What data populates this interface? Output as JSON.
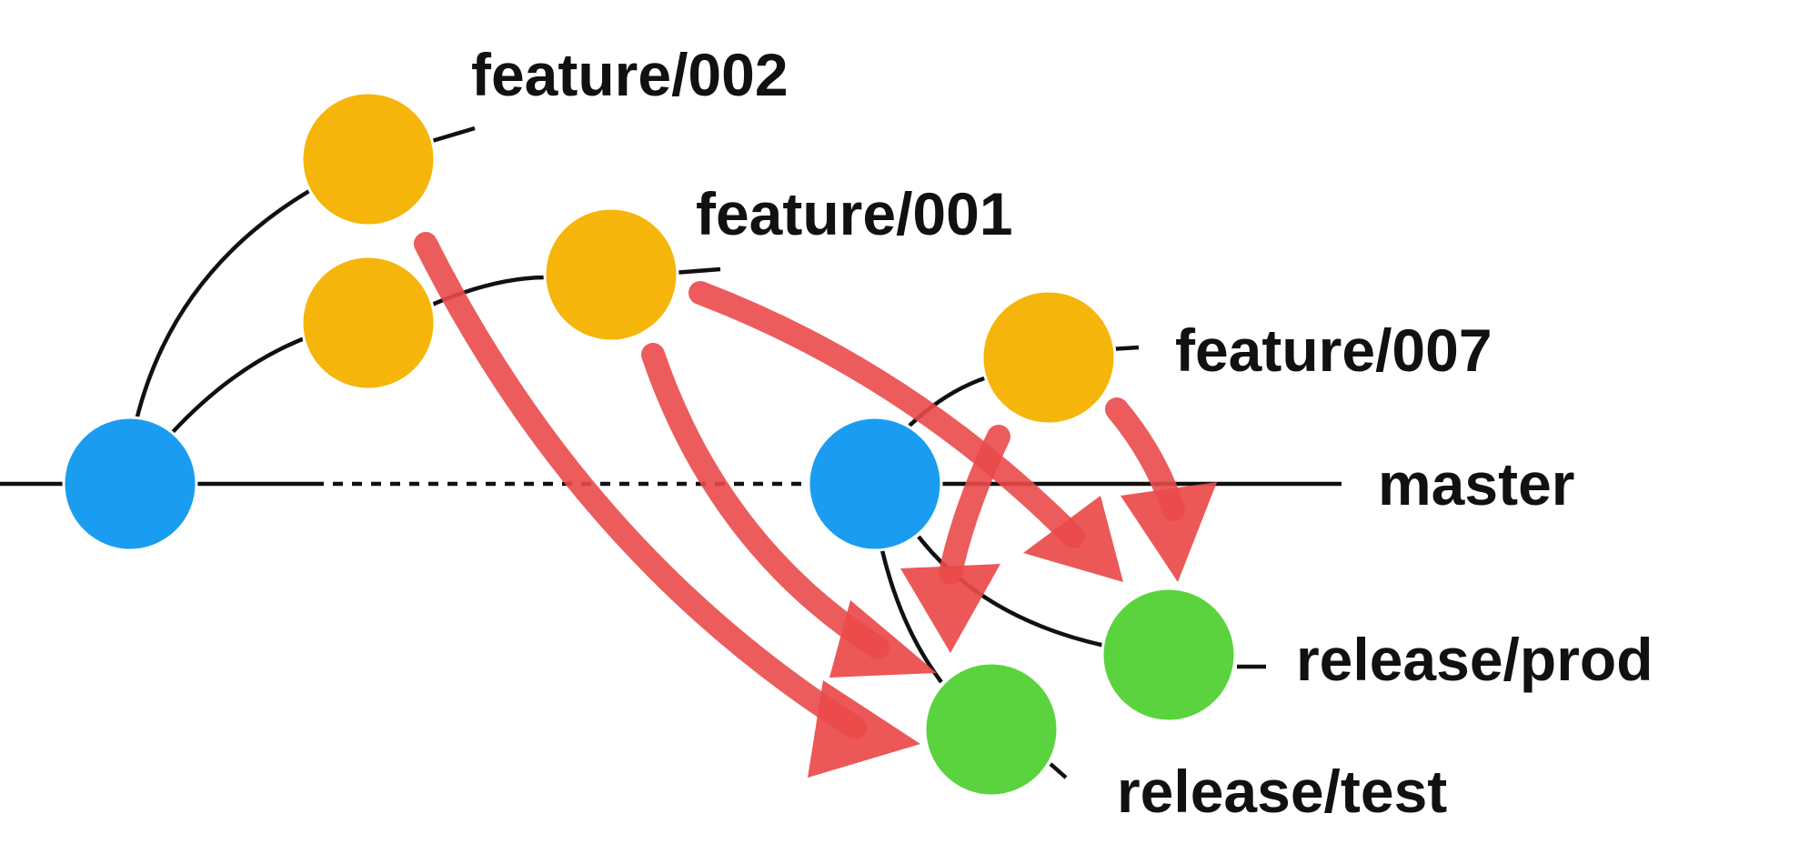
{
  "branches": {
    "feature_002": "feature/002",
    "feature_001": "feature/001",
    "feature_007": "feature/007",
    "master": "master",
    "release_prod": "release/prod",
    "release_test": "release/test"
  },
  "colors": {
    "master_commit": "#1a9df0",
    "feature_commit": "#f5b50a",
    "release_commit": "#5bd33f",
    "merge_arrow": "#ea4a4a",
    "line": "#111111"
  }
}
